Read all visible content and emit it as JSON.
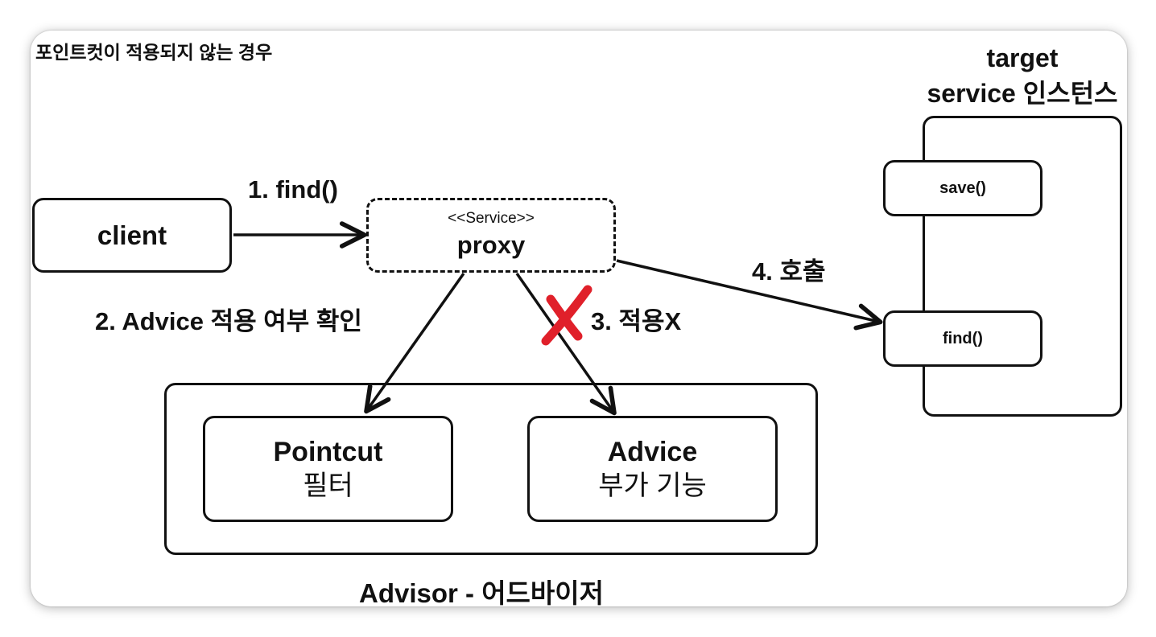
{
  "title": "포인트컷이 적용되지 않는 경우",
  "target": {
    "title_line1": "target",
    "title_line2": "service 인스턴스",
    "methods": [
      "save()",
      "find()"
    ]
  },
  "client": {
    "label": "client"
  },
  "proxy": {
    "stereotype": "<<Service>>",
    "label": "proxy"
  },
  "steps": {
    "step1": "1. find()",
    "step2": "2. Advice 적용 여부 확인",
    "step3": "3. 적용X",
    "step4": "4. 호출"
  },
  "advisor": {
    "caption": "Advisor - 어드바이저",
    "pointcut": {
      "name": "Pointcut",
      "desc": "필터"
    },
    "advice": {
      "name": "Advice",
      "desc": "부가 기능"
    }
  },
  "colors": {
    "stroke": "#111111",
    "blocked_mark": "#e0202a"
  }
}
